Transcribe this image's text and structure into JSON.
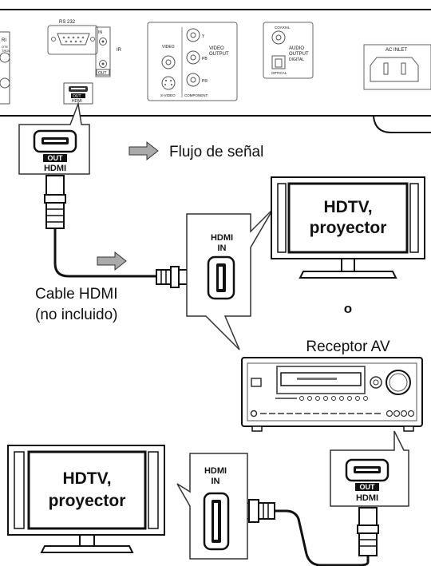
{
  "rear_panel": {
    "rs232_label": "RS 232",
    "ir_in_label": "IN",
    "ir_label": "IR",
    "ir_out_label": "OUT",
    "video_label": "VIDEO",
    "s_video_label": "S-VIDEO",
    "component_label": "COMPONENT",
    "video_output_label_1": "VIDEO",
    "video_output_label_2": "OUTPUT",
    "y_label": "Y",
    "pb_label": "PB",
    "pr_label": "PR",
    "coaxial_label": "COAXIAL",
    "audio_output_label_1": "AUDIO",
    "audio_output_label_2": "OUTPUT",
    "digital_label": "DIGITAL",
    "optical_label": "OPTICAL",
    "ac_inlet_label": "AC INLET",
    "hdmi_out_badge": "OUT",
    "hdmi_label": "HDMI",
    "left_edge_text_1": "RI",
    "left_edge_text_2": "OTE",
    "left_edge_text_3": "TROL"
  },
  "callout_top": {
    "out_badge": "OUT",
    "hdmi_label": "HDMI"
  },
  "legend": {
    "signal_flow_label": "Flujo de señal"
  },
  "cable": {
    "label_line1": "Cable HDMI",
    "label_line2": "(no incluido)"
  },
  "hdmi_in_top": {
    "label_line1": "HDMI",
    "label_line2": "IN"
  },
  "tv_top": {
    "label_line1": "HDTV,",
    "label_line2": "proyector"
  },
  "or_label": "o",
  "receiver": {
    "label": "Receptor AV"
  },
  "tv_bottom": {
    "label_line1": "HDTV,",
    "label_line2": "proyector"
  },
  "hdmi_in_bottom": {
    "label_line1": "HDMI",
    "label_line2": "IN"
  },
  "callout_bottom": {
    "out_badge": "OUT",
    "hdmi_label": "HDMI"
  }
}
